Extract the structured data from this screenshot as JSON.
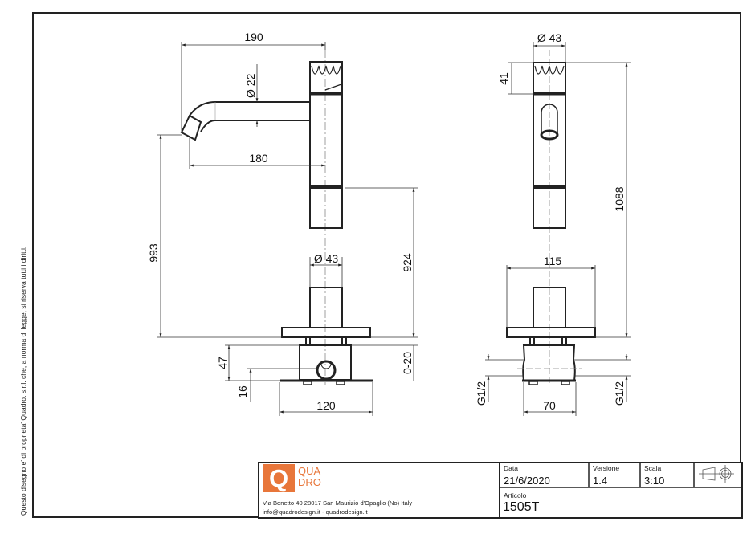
{
  "copyright_notice": "Questo disegno e' di proprieta' Quadro. s.r.l. che, a norma di legge, si riserva tutti i diritti.",
  "company": {
    "logo_letter": "Q",
    "logo_text_line1": "QUA",
    "logo_text_line2": "DRO",
    "address": "Via Bonetto 40  28017 San Maurizio d'Opaglio (No) Italy",
    "contacts": "info@quadrodesign.it  -  quadrodesign.it",
    "brand_color": "#e8763a"
  },
  "title_block": {
    "date_label": "Data",
    "date_value": "21/6/2020",
    "version_label": "Versione",
    "version_value": "1.4",
    "scale_label": "Scala",
    "scale_value": "3:10",
    "article_label": "Articolo",
    "article_value": "1505T",
    "projection_symbol": "first-angle-projection-icon"
  },
  "side_view": {
    "dim_overall_reach": "190",
    "dim_spout_diameter": "Ø 22",
    "dim_spout_reach": "180",
    "dim_spout_height": "993",
    "dim_body_diameter": "Ø 43",
    "dim_body_height": "924",
    "dim_body_adjust": "0-20",
    "dim_box_height": "47",
    "dim_inlet_height": "16",
    "dim_base_width": "120"
  },
  "front_view": {
    "dim_top_diameter": "Ø 43",
    "dim_handle_height": "41",
    "dim_total_height": "1088",
    "dim_flange_width": "115",
    "dim_box_width": "70",
    "dim_inlet_left": "G1/2",
    "dim_inlet_right": "G1/2"
  }
}
